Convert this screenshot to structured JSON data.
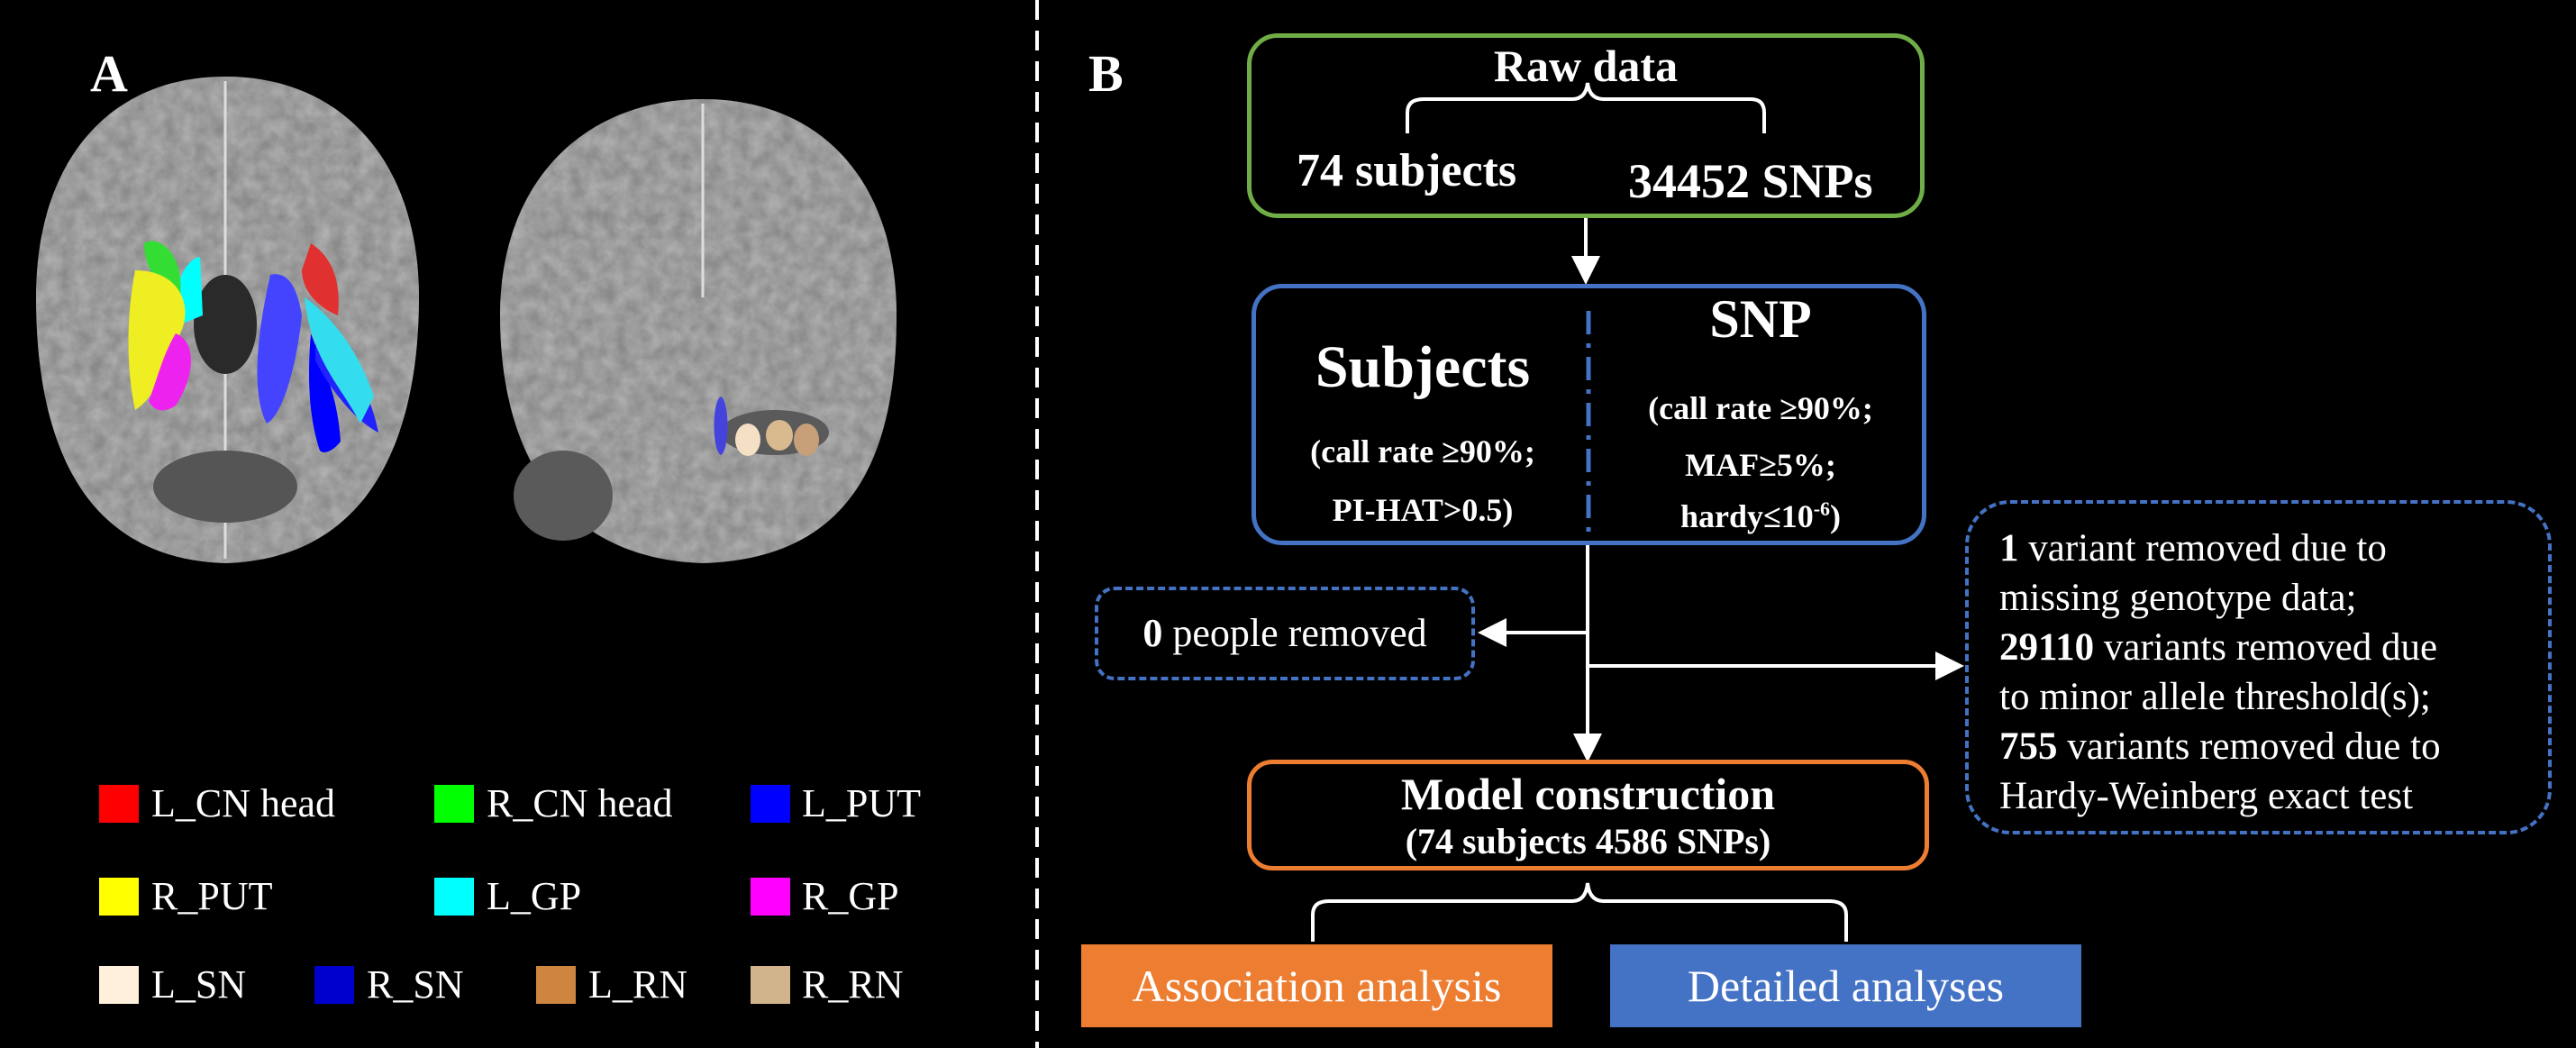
{
  "panel_a": {
    "letter": "A",
    "legend": [
      {
        "label": "L_CN head",
        "color": "#ff0000"
      },
      {
        "label": "R_CN head",
        "color": "#00ff00"
      },
      {
        "label": "L_PUT",
        "color": "#0000ff"
      },
      {
        "label": "R_PUT",
        "color": "#ffff00"
      },
      {
        "label": "L_GP",
        "color": "#00ffff"
      },
      {
        "label": "R_GP",
        "color": "#ff00ff"
      },
      {
        "label": "L_SN",
        "color": "#fff0dc"
      },
      {
        "label": "R_SN",
        "color": "#0000cd"
      },
      {
        "label": "L_RN",
        "color": "#cd853f"
      },
      {
        "label": "R_RN",
        "color": "#d2b48c"
      }
    ]
  },
  "panel_b": {
    "letter": "B",
    "raw_data": {
      "title": "Raw data",
      "subjects": "74 subjects",
      "snps": "34452 SNPs",
      "color": "#70ad47"
    },
    "qc": {
      "color": "#4472c4",
      "subjects_title": "Subjects",
      "subjects_criteria": [
        "(call rate ≥90%;",
        "PI-HAT>0.5)"
      ],
      "snp_title": "SNP",
      "snp_criteria": [
        "(call rate ≥90%;",
        "MAF≥5%;"
      ],
      "snp_hardy_prefix": "hardy≤10",
      "snp_hardy_exp": "-6",
      "snp_hardy_suffix": ")"
    },
    "people_removed": {
      "count": "0",
      "text": " people removed"
    },
    "variants_removed": [
      {
        "count": "1",
        "text": " variant removed due to"
      },
      {
        "count": "",
        "text": "missing genotype data;"
      },
      {
        "count": "29110",
        "text": " variants removed due"
      },
      {
        "count": "",
        "text": "to minor allele threshold(s);"
      },
      {
        "count": "755",
        "text": " variants removed due to"
      },
      {
        "count": "",
        "text": "Hardy-Weinberg exact test"
      }
    ],
    "model": {
      "title": "Model construction",
      "subtitle": "(74 subjects 4586 SNPs)",
      "color": "#ed7d31"
    },
    "association": {
      "label": "Association analysis",
      "color": "#ed7d31"
    },
    "detailed": {
      "label": "Detailed analyses",
      "color": "#4472c4"
    }
  }
}
